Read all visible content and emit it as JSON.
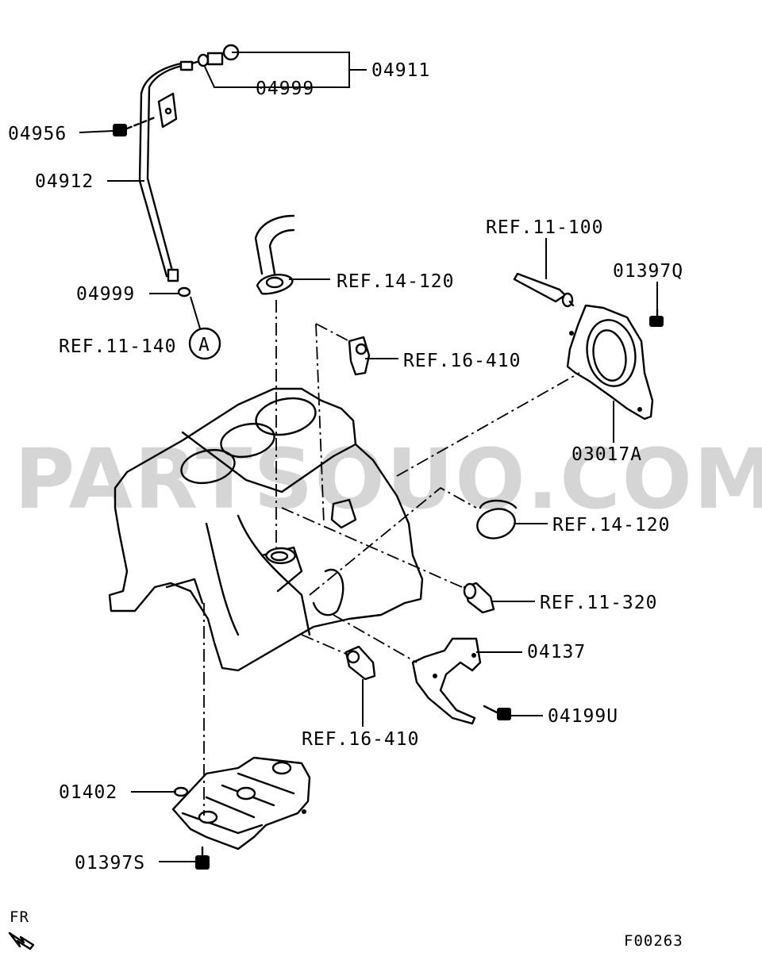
{
  "diagram_code": "F00263",
  "watermark": "PARTSOUQ.COM",
  "direction_marker": "FR",
  "callouts": {
    "c04911": "04911",
    "c04999_top": "04999",
    "c04956": "04956",
    "c04912": "04912",
    "c04999_bottom": "04999",
    "ref11140": "REF.11-140",
    "circle_a": "A",
    "ref14120_top": "REF.14-120",
    "ref16410_top": "REF.16-410",
    "ref11100": "REF.11-100",
    "c01397q": "01397Q",
    "c03017a": "03017A",
    "ref14120_mid": "REF.14-120",
    "ref11320": "REF.11-320",
    "c04137": "04137",
    "c04199u": "04199U",
    "ref16410_bottom": "REF.16-410",
    "c01402": "01402",
    "c01397s": "01397S"
  }
}
